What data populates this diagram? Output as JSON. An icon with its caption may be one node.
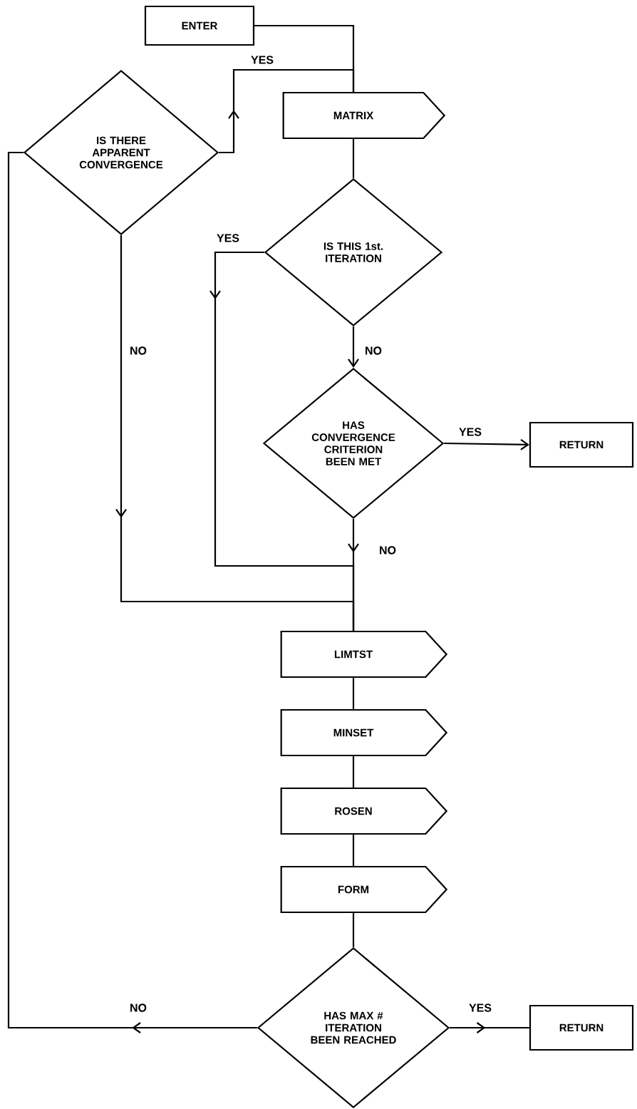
{
  "diagram": {
    "nodes": [
      {
        "text": [
          "ENTER"
        ]
      },
      {
        "text": [
          "IS THERE APPARENT CONVERGENCE"
        ]
      },
      {
        "text": [
          "MATRIX"
        ]
      },
      {
        "text": [
          "IS THIS 1st. ITERATION"
        ]
      },
      {
        "text": [
          "HAS CONVERGENCE CRITERION BEEN MET"
        ]
      },
      {
        "text": [
          "RETURN"
        ]
      },
      {
        "text": [
          "LIMTST"
        ]
      },
      {
        "text": [
          "MINSET"
        ]
      },
      {
        "text": [
          "ROSEN"
        ]
      },
      {
        "text": [
          "FORM"
        ]
      },
      {
        "text": [
          "HAS MAX # ITERATION BEEN REACHED"
        ]
      },
      {
        "text": [
          "RETURN"
        ]
      }
    ],
    "edges": [
      {
        "from": 0,
        "to": 2,
        "arrow": "none"
      },
      {
        "from": 1,
        "to": 2,
        "arrow": "to",
        "label": "YES"
      },
      {
        "from": 2,
        "to": 3,
        "arrow": "none"
      },
      {
        "from": 3,
        "to": 6,
        "arrow": "to",
        "label": "YES"
      },
      {
        "from": 3,
        "to": 4,
        "arrow": "to",
        "label": "NO"
      },
      {
        "from": 4,
        "to": 5,
        "arrow": "to",
        "label": "YES"
      },
      {
        "from": 4,
        "to": 6,
        "arrow": "to",
        "label": "NO"
      },
      {
        "from": 1,
        "to": 6,
        "arrow": "to",
        "label": "NO"
      },
      {
        "from": 6,
        "to": 7,
        "arrow": "none"
      },
      {
        "from": 7,
        "to": 8,
        "arrow": "none"
      },
      {
        "from": 8,
        "to": 9,
        "arrow": "none"
      },
      {
        "from": 9,
        "to": 10,
        "arrow": "none"
      },
      {
        "from": 10,
        "to": 11,
        "arrow": "to",
        "label": "YES"
      },
      {
        "from": 10,
        "to": 1,
        "arrow": "to",
        "label": "NO"
      }
    ]
  }
}
